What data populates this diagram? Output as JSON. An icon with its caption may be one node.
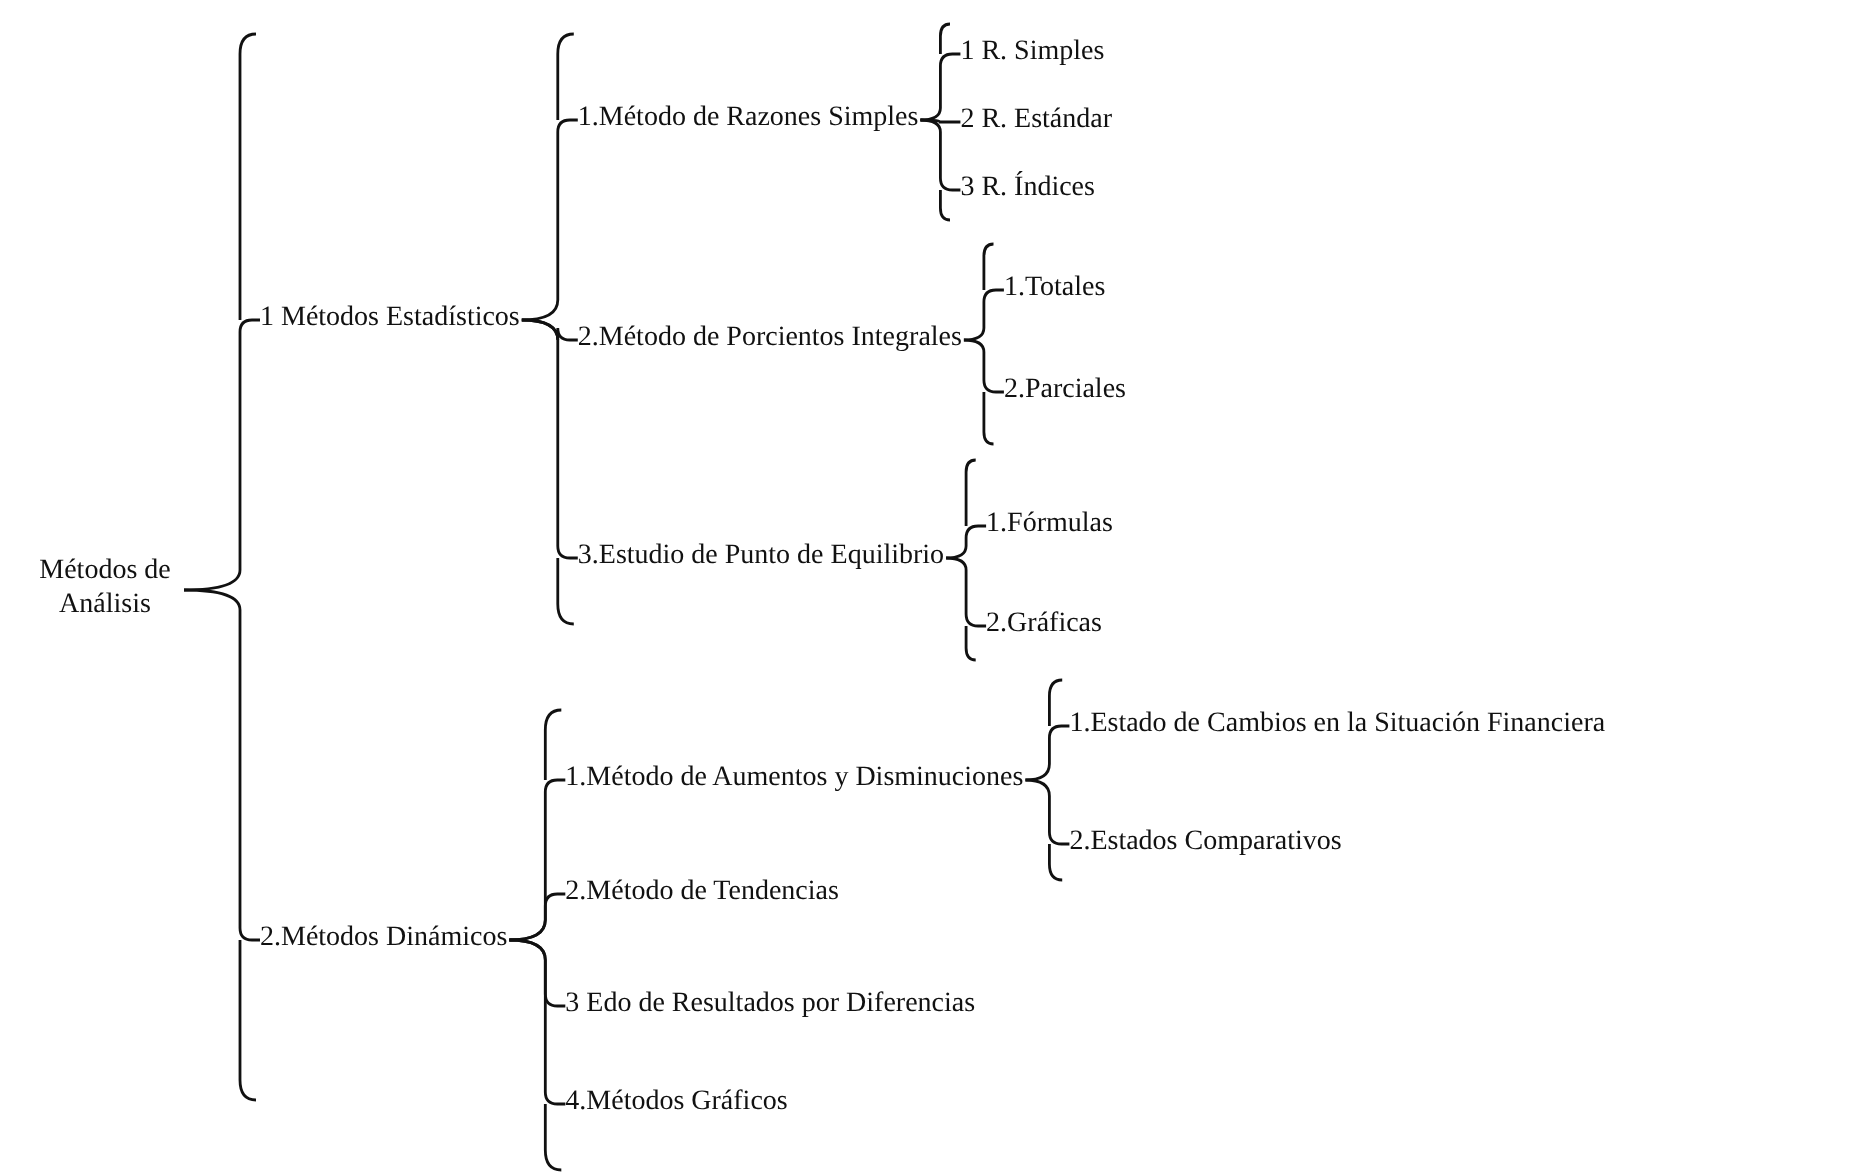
{
  "diagram": {
    "nodes": [
      {
        "text": [
          "Métodos de Análisis"
        ]
      },
      {
        "text": [
          "1 Métodos Estadísticos"
        ]
      },
      {
        "text": [
          "1.Método de Razones Simples"
        ]
      },
      {
        "text": [
          "1 R. Simples"
        ]
      },
      {
        "text": [
          "2 R. Estándar"
        ]
      },
      {
        "text": [
          "3 R. Índices"
        ]
      },
      {
        "text": [
          "2.Método de Porcientos Integrales"
        ]
      },
      {
        "text": [
          "1.Totales"
        ]
      },
      {
        "text": [
          "2.Parciales"
        ]
      },
      {
        "text": [
          "3.Estudio de Punto de Equilibrio"
        ]
      },
      {
        "text": [
          "1.Fórmulas"
        ]
      },
      {
        "text": [
          "2.Gráficas"
        ]
      },
      {
        "text": [
          "2.Métodos Dinámicos"
        ]
      },
      {
        "text": [
          "1.Método de Aumentos y Disminuciones"
        ]
      },
      {
        "text": [
          "1.Estado de Cambios en la Situación Financiera"
        ]
      },
      {
        "text": [
          "2.Estados Comparativos"
        ]
      },
      {
        "text": [
          "2.Método de Tendencias"
        ]
      },
      {
        "text": [
          "3 Edo de Resultados por Diferencias"
        ]
      },
      {
        "text": [
          "4.Métodos Gráficos"
        ]
      }
    ],
    "edges": [
      {
        "from": 0,
        "to": 1,
        "arrow": "none"
      },
      {
        "from": 0,
        "to": 12,
        "arrow": "none"
      },
      {
        "from": 1,
        "to": 2,
        "arrow": "none"
      },
      {
        "from": 1,
        "to": 6,
        "arrow": "none"
      },
      {
        "from": 1,
        "to": 9,
        "arrow": "none"
      },
      {
        "from": 2,
        "to": 3,
        "arrow": "none"
      },
      {
        "from": 2,
        "to": 4,
        "arrow": "none"
      },
      {
        "from": 2,
        "to": 5,
        "arrow": "none"
      },
      {
        "from": 6,
        "to": 7,
        "arrow": "none"
      },
      {
        "from": 6,
        "to": 8,
        "arrow": "none"
      },
      {
        "from": 9,
        "to": 10,
        "arrow": "none"
      },
      {
        "from": 9,
        "to": 11,
        "arrow": "none"
      },
      {
        "from": 12,
        "to": 13,
        "arrow": "none"
      },
      {
        "from": 12,
        "to": 16,
        "arrow": "none"
      },
      {
        "from": 12,
        "to": 17,
        "arrow": "none"
      },
      {
        "from": 12,
        "to": 18,
        "arrow": "none"
      },
      {
        "from": 13,
        "to": 14,
        "arrow": "none"
      },
      {
        "from": 13,
        "to": 15,
        "arrow": "none"
      }
    ]
  }
}
